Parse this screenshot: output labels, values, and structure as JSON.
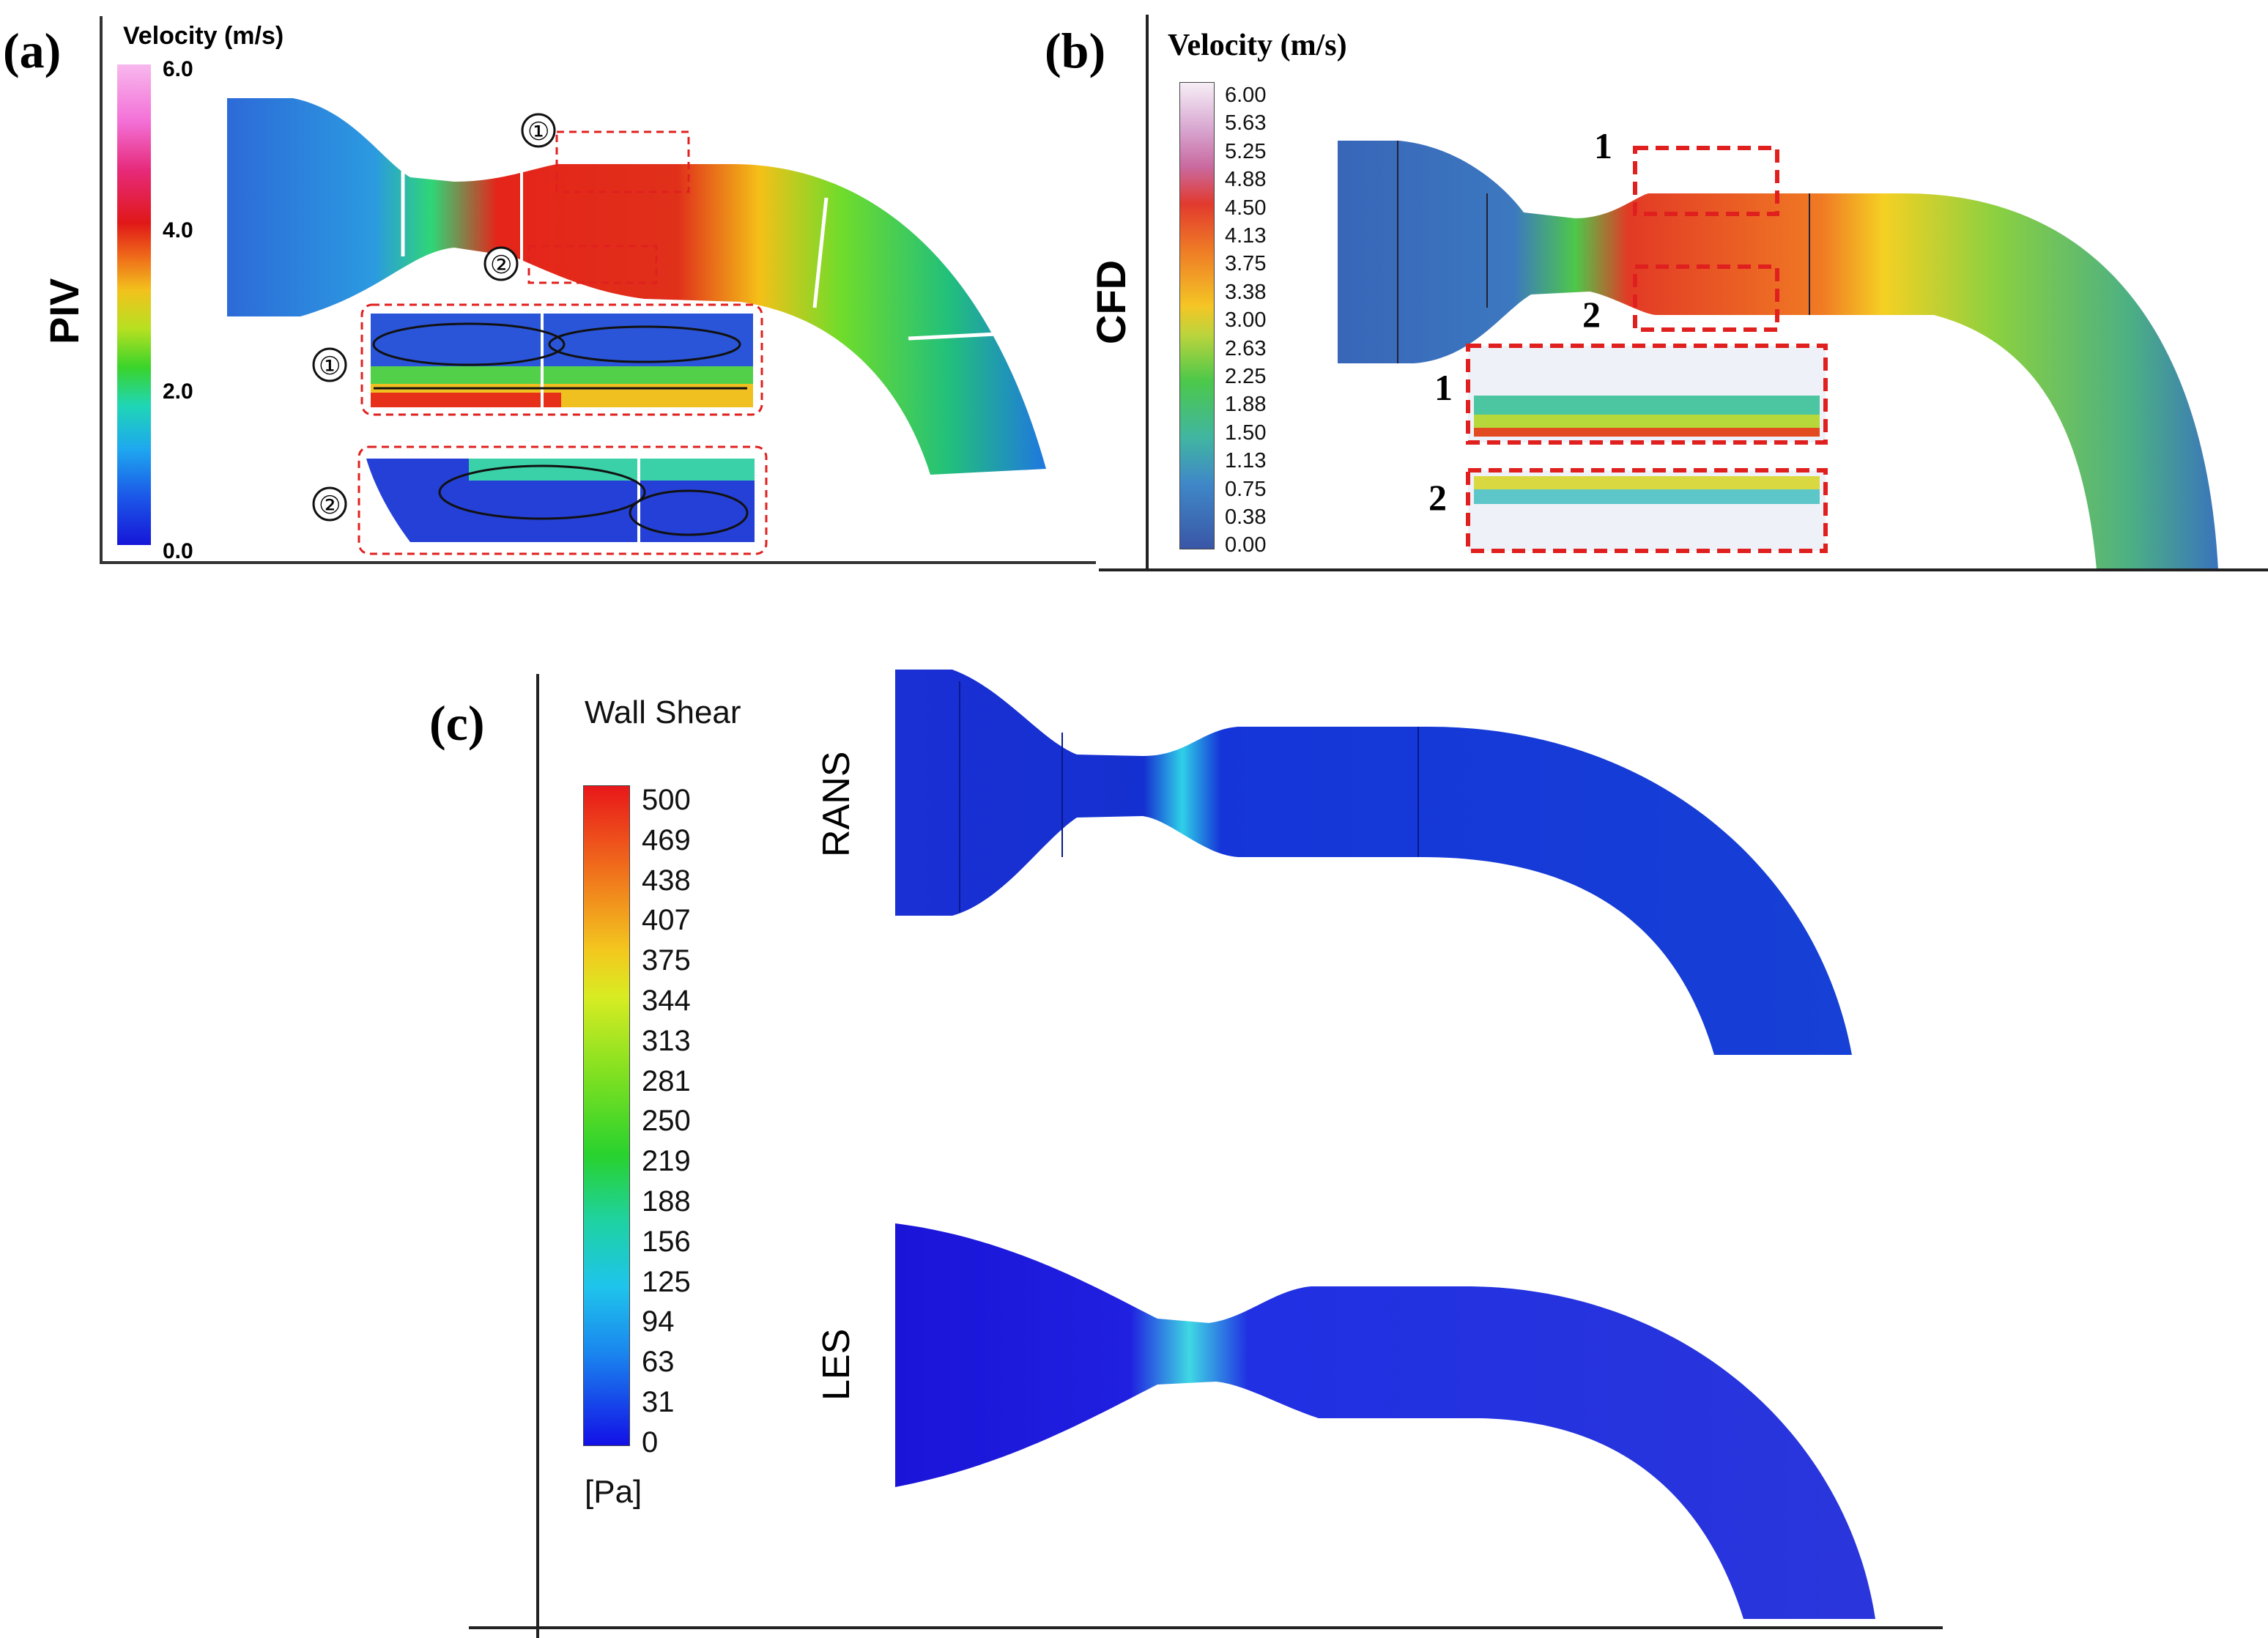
{
  "panel_a": {
    "label": "(a)",
    "side_label": "PIV",
    "colorbar_title": "Velocity (m/s)",
    "ticks": [
      "6.0",
      "4.0",
      "2.0",
      "0.0"
    ],
    "insets": [
      "①",
      "②"
    ]
  },
  "panel_b": {
    "label": "(b)",
    "side_label": "CFD",
    "colorbar_title": "Velocity (m/s)",
    "ticks": [
      "6.00",
      "5.63",
      "5.25",
      "4.88",
      "4.50",
      "4.13",
      "3.75",
      "3.38",
      "3.00",
      "2.63",
      "2.25",
      "1.88",
      "1.50",
      "1.13",
      "0.75",
      "0.38",
      "0.00"
    ],
    "insets": [
      "1",
      "2"
    ]
  },
  "panel_c": {
    "label": "(c)",
    "colorbar_title": "Wall Shear",
    "unit": "[Pa]",
    "ticks": [
      "500",
      "469",
      "438",
      "407",
      "375",
      "344",
      "313",
      "281",
      "250",
      "219",
      "188",
      "156",
      "125",
      "94",
      "63",
      "31",
      "0"
    ],
    "rows": [
      "RANS",
      "LES"
    ]
  },
  "colors": {
    "jet_low": "#1414d6",
    "jet_mid": "#22c84a",
    "jet_high": "#e0151a",
    "inset_border": "#e0201e"
  }
}
